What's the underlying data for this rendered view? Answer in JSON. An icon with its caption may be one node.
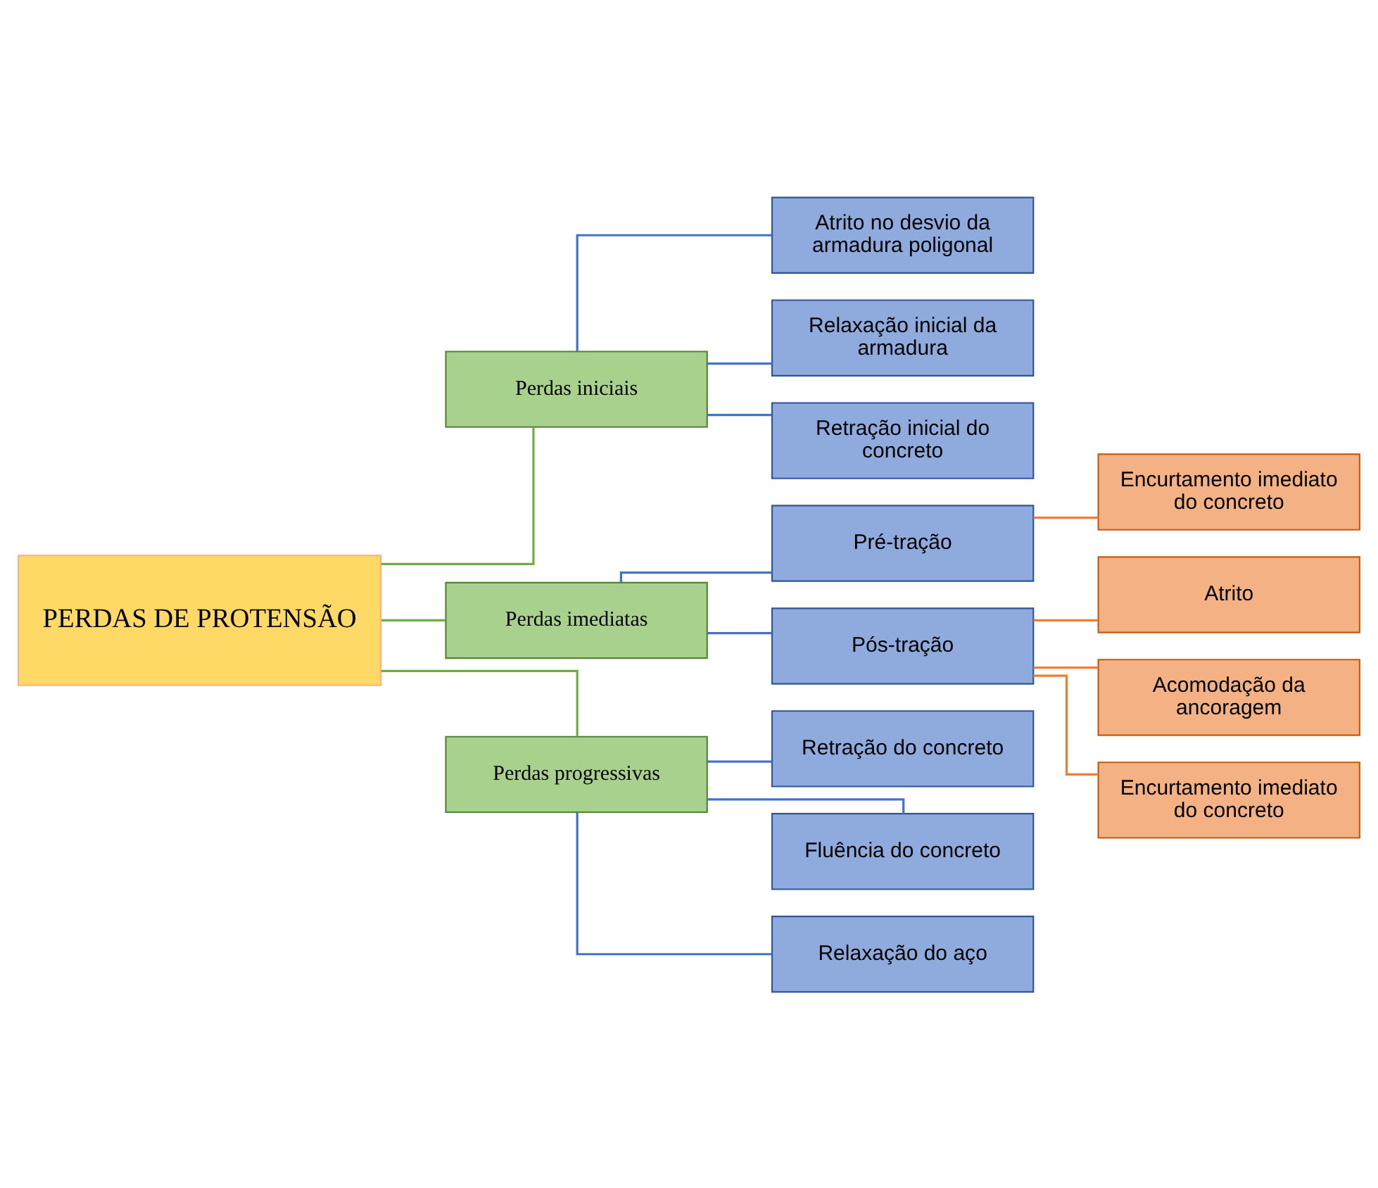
{
  "diagram": {
    "nodes": [
      {
        "text": [
          "PERDAS DE PROTENSÃO"
        ]
      },
      {
        "text": [
          "Perdas iniciais"
        ]
      },
      {
        "text": [
          "Perdas imediatas"
        ]
      },
      {
        "text": [
          "Perdas progressivas"
        ]
      },
      {
        "text": [
          "Atrito no desvio da armadura poligonal"
        ]
      },
      {
        "text": [
          "Relaxação inicial da armadura"
        ]
      },
      {
        "text": [
          "Retração inicial do concreto"
        ]
      },
      {
        "text": [
          "Pré-tração"
        ]
      },
      {
        "text": [
          "Pós-tração"
        ]
      },
      {
        "text": [
          "Retração do concreto"
        ]
      },
      {
        "text": [
          "Fluência do concreto"
        ]
      },
      {
        "text": [
          "Relaxação do aço"
        ]
      },
      {
        "text": [
          "Encurtamento imediato do concreto"
        ]
      },
      {
        "text": [
          "Atrito"
        ]
      },
      {
        "text": [
          "Acomodação da ancoragem"
        ]
      },
      {
        "text": [
          "Encurtamento imediato do concreto"
        ]
      }
    ],
    "edges": [
      {
        "from": 0,
        "to": 1,
        "arrow": "none",
        "color": "#70ad47"
      },
      {
        "from": 0,
        "to": 2,
        "arrow": "none",
        "color": "#70ad47"
      },
      {
        "from": 0,
        "to": 3,
        "arrow": "none",
        "color": "#70ad47"
      },
      {
        "from": 1,
        "to": 4,
        "arrow": "none"
      },
      {
        "from": 1,
        "to": 5,
        "arrow": "none"
      },
      {
        "from": 1,
        "to": 6,
        "arrow": "none"
      },
      {
        "from": 2,
        "to": 7,
        "arrow": "none"
      },
      {
        "from": 2,
        "to": 8,
        "arrow": "none"
      },
      {
        "from": 3,
        "to": 9,
        "arrow": "none"
      },
      {
        "from": 3,
        "to": 10,
        "arrow": "none"
      },
      {
        "from": 3,
        "to": 11,
        "arrow": "none"
      },
      {
        "from": 7,
        "to": 12,
        "arrow": "none",
        "color": "#ed7d31"
      },
      {
        "from": 8,
        "to": 13,
        "arrow": "none",
        "color": "#ed7d31"
      },
      {
        "from": 8,
        "to": 14,
        "arrow": "none",
        "color": "#ed7d31"
      },
      {
        "from": 8,
        "to": 15,
        "arrow": "none",
        "color": "#ed7d31"
      }
    ]
  }
}
